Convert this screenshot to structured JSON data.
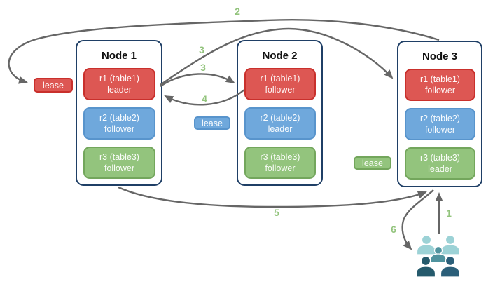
{
  "diagram": {
    "nodes": [
      {
        "title": "Node 1",
        "replicas": [
          {
            "name": "r1 (table1)",
            "role": "leader",
            "color": "red"
          },
          {
            "name": "r2 (table2)",
            "role": "follower",
            "color": "blue"
          },
          {
            "name": "r3 (table3)",
            "role": "follower",
            "color": "green"
          }
        ]
      },
      {
        "title": "Node 2",
        "replicas": [
          {
            "name": "r1 (table1)",
            "role": "follower",
            "color": "red"
          },
          {
            "name": "r2 (table2)",
            "role": "leader",
            "color": "blue"
          },
          {
            "name": "r3 (table3)",
            "role": "follower",
            "color": "green"
          }
        ]
      },
      {
        "title": "Node 3",
        "replicas": [
          {
            "name": "r1 (table1)",
            "role": "follower",
            "color": "red"
          },
          {
            "name": "r2 (table2)",
            "role": "follower",
            "color": "blue"
          },
          {
            "name": "r3 (table3)",
            "role": "leader",
            "color": "green"
          }
        ]
      }
    ],
    "leases": [
      {
        "label": "lease",
        "color": "red"
      },
      {
        "label": "lease",
        "color": "blue"
      },
      {
        "label": "lease",
        "color": "green"
      }
    ],
    "steps": {
      "s1": "1",
      "s2": "2",
      "s3a": "3",
      "s3b": "3",
      "s4": "4",
      "s5": "5",
      "s6": "6"
    },
    "users_icon": "clients-group",
    "colors": {
      "red_fill": "#dd5753",
      "red_border": "#c9302c",
      "blue_fill": "#6fa8dc",
      "blue_border": "#5894cc",
      "green_fill": "#93c47d",
      "green_border": "#73a65c",
      "node_border": "#1f3f66",
      "arrow": "#666666",
      "step": "#93c47d",
      "people_light": "#9cd2d6",
      "people_medium": "#4f939e",
      "people_dark_a": "#255a6c",
      "people_dark_b": "#2b5f79"
    }
  }
}
